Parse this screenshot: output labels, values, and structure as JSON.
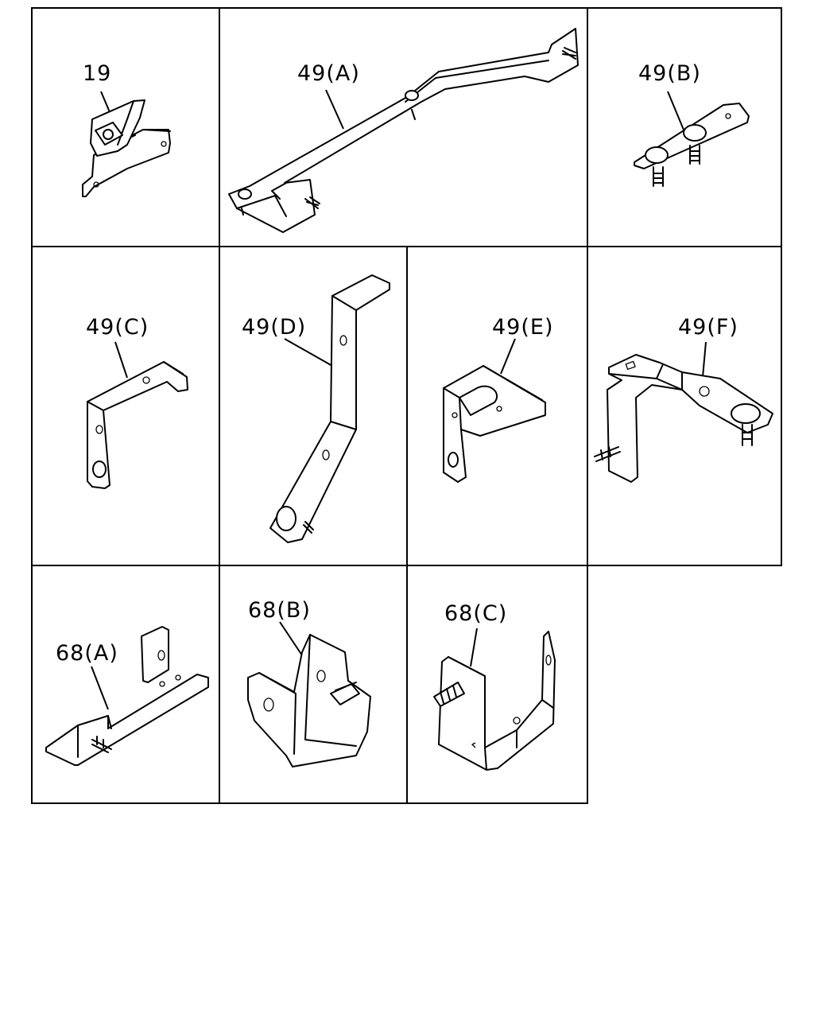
{
  "parts": [
    {
      "id": "p19",
      "label": "19"
    },
    {
      "id": "p49a",
      "label": "49(A)"
    },
    {
      "id": "p49b",
      "label": "49(B)"
    },
    {
      "id": "p49c",
      "label": "49(C)"
    },
    {
      "id": "p49d",
      "label": "49(D)"
    },
    {
      "id": "p49e",
      "label": "49(E)"
    },
    {
      "id": "p49f",
      "label": "49(F)"
    },
    {
      "id": "p68a",
      "label": "68(A)"
    },
    {
      "id": "p68b",
      "label": "68(B)"
    },
    {
      "id": "p68c",
      "label": "68(C)"
    }
  ]
}
